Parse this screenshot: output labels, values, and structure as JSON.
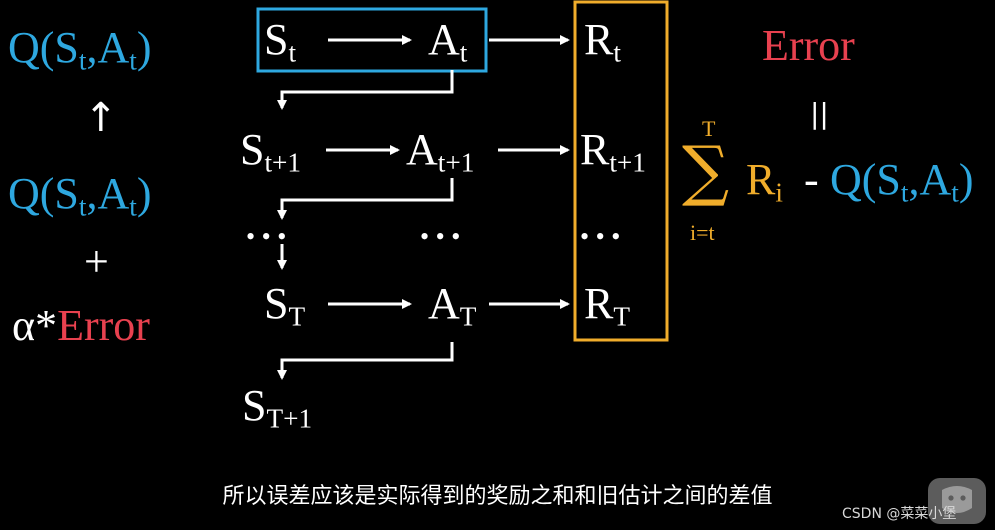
{
  "colors": {
    "q_blue": "#2ea8e0",
    "error_red": "#e8414f",
    "reward_gold": "#f0ad2b",
    "arrow_white": "#ffffff"
  },
  "left_column": {
    "q_new": {
      "base": "Q(S",
      "sub1": "t",
      "comma": ",A",
      "sub2": "t",
      "close": ")"
    },
    "up_arrow": "↑",
    "q_old": {
      "base": "Q(S",
      "sub1": "t",
      "comma": ",A",
      "sub2": "t",
      "close": ")"
    },
    "plus": "+",
    "alpha_prefix": "α*",
    "alpha_error": "Error"
  },
  "chain": {
    "row_t": {
      "s": "S",
      "s_sub": "t",
      "a": "A",
      "a_sub": "t",
      "r": "R",
      "r_sub": "t"
    },
    "row_t1": {
      "s": "S",
      "s_sub": "t+1",
      "a": "A",
      "a_sub": "t+1",
      "r": "R",
      "r_sub": "t+1"
    },
    "dots": {
      "s": "• • •",
      "a": "• • •",
      "r": "• • •"
    },
    "row_T": {
      "s": "S",
      "s_sub": "T",
      "a": "A",
      "a_sub": "T",
      "r": "R",
      "r_sub": "T"
    },
    "row_T1": {
      "s": "S",
      "s_sub": "T+1"
    }
  },
  "right_formula": {
    "error_label": "Error",
    "equals_sign": "||",
    "sum_symbol": "∑",
    "sum_upper": "T",
    "sum_lower": "i=t",
    "reward_term": {
      "base": "R",
      "sub": "i"
    },
    "minus": "-",
    "q_term": {
      "base": "Q(S",
      "sub1": "t",
      "comma": ",A",
      "sub2": "t",
      "close": ")"
    }
  },
  "caption": "所以误差应该是实际得到的奖励之和和旧估计之间的差值",
  "watermark": "CSDN @菜菜小堡",
  "icons": {
    "play": "play-icon"
  }
}
